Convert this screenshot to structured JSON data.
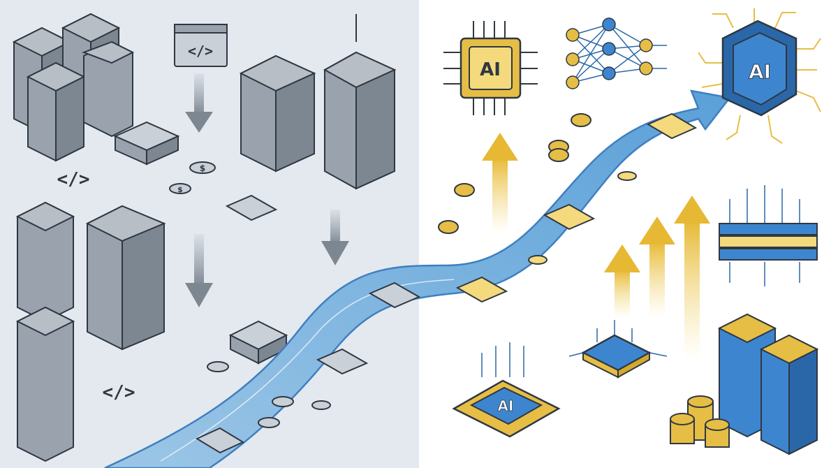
{
  "labels": {
    "chip_ai_top_left": "AI",
    "chip_ai_top_right": "AI",
    "chip_ai_bottom": "AI",
    "code_tag": "</>",
    "coin_symbol": "$"
  },
  "colors": {
    "left_bg": "#e4e9ef",
    "right_bg": "#ffffff",
    "building_fill": "#9aa3ad",
    "building_dark": "#7d8792",
    "outline": "#2f3742",
    "gray_arrow": "#8b949e",
    "river": "#a9cfea",
    "river_edge": "#3f7fc0",
    "gold": "#e6be45",
    "gold_light": "#f4da7c",
    "blue_accent": "#3d86cf",
    "blue_dark": "#2a67a8"
  },
  "icons": {
    "left_side": [
      "server-rack-icon",
      "building-icon",
      "code-window-icon",
      "cash-stack-icon",
      "coin-stack-icon",
      "down-arrow-icon"
    ],
    "right_side": [
      "ai-chip-icon",
      "neural-network-icon",
      "brain-chip-icon",
      "data-server-icon",
      "up-arrow-icon",
      "growth-arrow-icon"
    ]
  }
}
